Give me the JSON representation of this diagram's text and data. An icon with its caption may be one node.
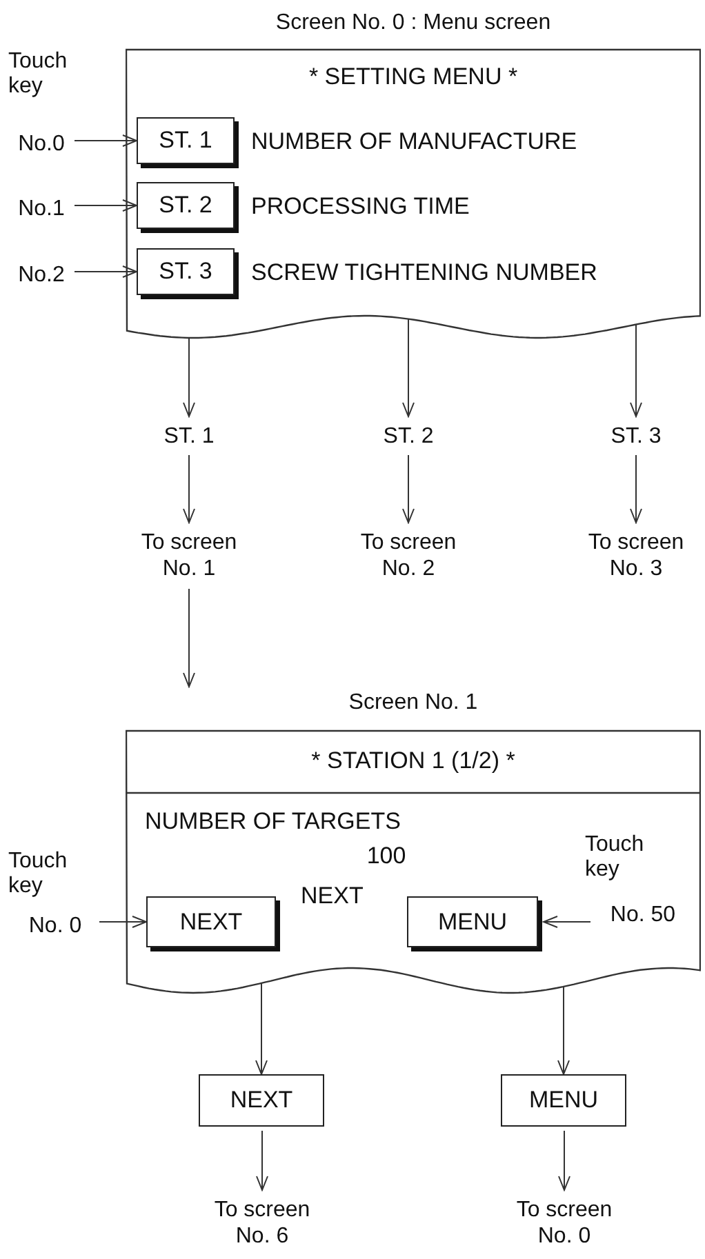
{
  "diagram": {
    "nodes": [
      {
        "text": [
          "Screen No. 0 : Menu screen",
          "* SETTING MENU *"
        ]
      },
      {
        "text": [
          "ST. 1"
        ],
        "in": 0,
        "beside": [
          "NUMBER OF MANUFACTURE"
        ]
      },
      {
        "text": [
          "ST. 2"
        ],
        "in": 0,
        "beside": [
          "PROCESSING TIME"
        ]
      },
      {
        "text": [
          "ST. 3"
        ],
        "in": 0,
        "beside": [
          "SCREW TIGHTENING NUMBER"
        ]
      },
      {
        "text": [
          "No.0"
        ]
      },
      {
        "text": [
          "No.1"
        ]
      },
      {
        "text": [
          "No.2"
        ]
      },
      {
        "text": [
          "ST. 1"
        ]
      },
      {
        "text": [
          "ST. 2"
        ]
      },
      {
        "text": [
          "ST. 3"
        ]
      },
      {
        "text": [
          "To screen No. 1"
        ]
      },
      {
        "text": [
          "To screen No. 2"
        ]
      },
      {
        "text": [
          "To screen No. 3"
        ]
      },
      {
        "text": [
          "Screen No. 1",
          "* STATION 1 (1/2) *",
          "NUMBER OF TARGETS",
          "100",
          "NEXT"
        ]
      },
      {
        "text": [
          "NEXT"
        ],
        "in": 13
      },
      {
        "text": [
          "MENU"
        ],
        "in": 13
      },
      {
        "text": [
          "No. 0"
        ]
      },
      {
        "text": [
          "No. 50"
        ],
        "in": 13
      },
      {
        "text": [
          "NEXT"
        ]
      },
      {
        "text": [
          "MENU"
        ]
      },
      {
        "text": [
          "To screen No. 6"
        ]
      },
      {
        "text": [
          "To screen No. 0"
        ]
      }
    ],
    "edges": [
      {
        "from": 4,
        "to": 1,
        "arrow": "to"
      },
      {
        "from": 5,
        "to": 2,
        "arrow": "to"
      },
      {
        "from": 6,
        "to": 3,
        "arrow": "to"
      },
      {
        "from": 0,
        "to": 7,
        "arrow": "to"
      },
      {
        "from": 0,
        "to": 8,
        "arrow": "to"
      },
      {
        "from": 0,
        "to": 9,
        "arrow": "to"
      },
      {
        "from": 7,
        "to": 10,
        "arrow": "to"
      },
      {
        "from": 8,
        "to": 11,
        "arrow": "to"
      },
      {
        "from": 9,
        "to": 12,
        "arrow": "to"
      },
      {
        "from": 10,
        "to": 13,
        "arrow": "to"
      },
      {
        "from": 16,
        "to": 14,
        "arrow": "to"
      },
      {
        "from": 17,
        "to": 15,
        "arrow": "to"
      },
      {
        "from": 13,
        "to": 18,
        "arrow": "to"
      },
      {
        "from": 13,
        "to": 19,
        "arrow": "to"
      },
      {
        "from": 18,
        "to": 20,
        "arrow": "to"
      },
      {
        "from": 19,
        "to": 21,
        "arrow": "to"
      }
    ],
    "labels": [
      "Touch key",
      "Touch key",
      "Touch key"
    ]
  }
}
